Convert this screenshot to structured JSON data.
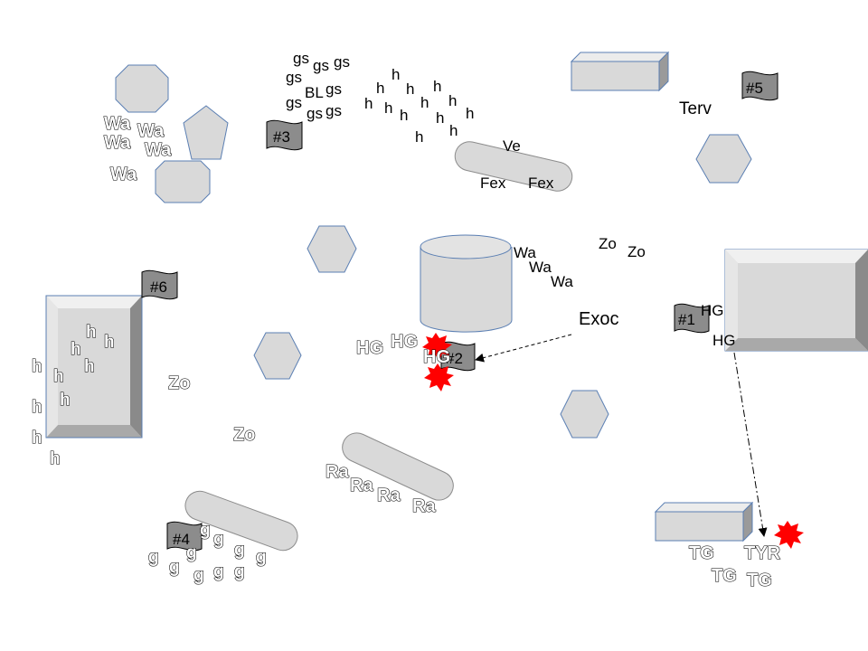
{
  "colors": {
    "shape_fill": "#d9d9d9",
    "shape_stroke": "#5b7fb3",
    "flag_fill": "#8c8c8c",
    "burst": "#ff0000",
    "line": "#000000"
  },
  "flags": [
    "#1",
    "#2",
    "#3",
    "#4",
    "#5",
    "#6"
  ],
  "labels": {
    "terv": "Terv",
    "ve": "Ve",
    "fex": "Fex",
    "zo": "Zo",
    "wa": "Wa",
    "exoc": "Exoc",
    "hg": "HG",
    "bl": "BL",
    "gs": "gs",
    "h": "h",
    "g": "g",
    "ra": "Ra",
    "tg": "TG",
    "tyr": "TYR"
  },
  "icons": [
    "hexagon",
    "octagon",
    "pentagon",
    "cylinder",
    "capsule",
    "box",
    "flag",
    "burst"
  ]
}
